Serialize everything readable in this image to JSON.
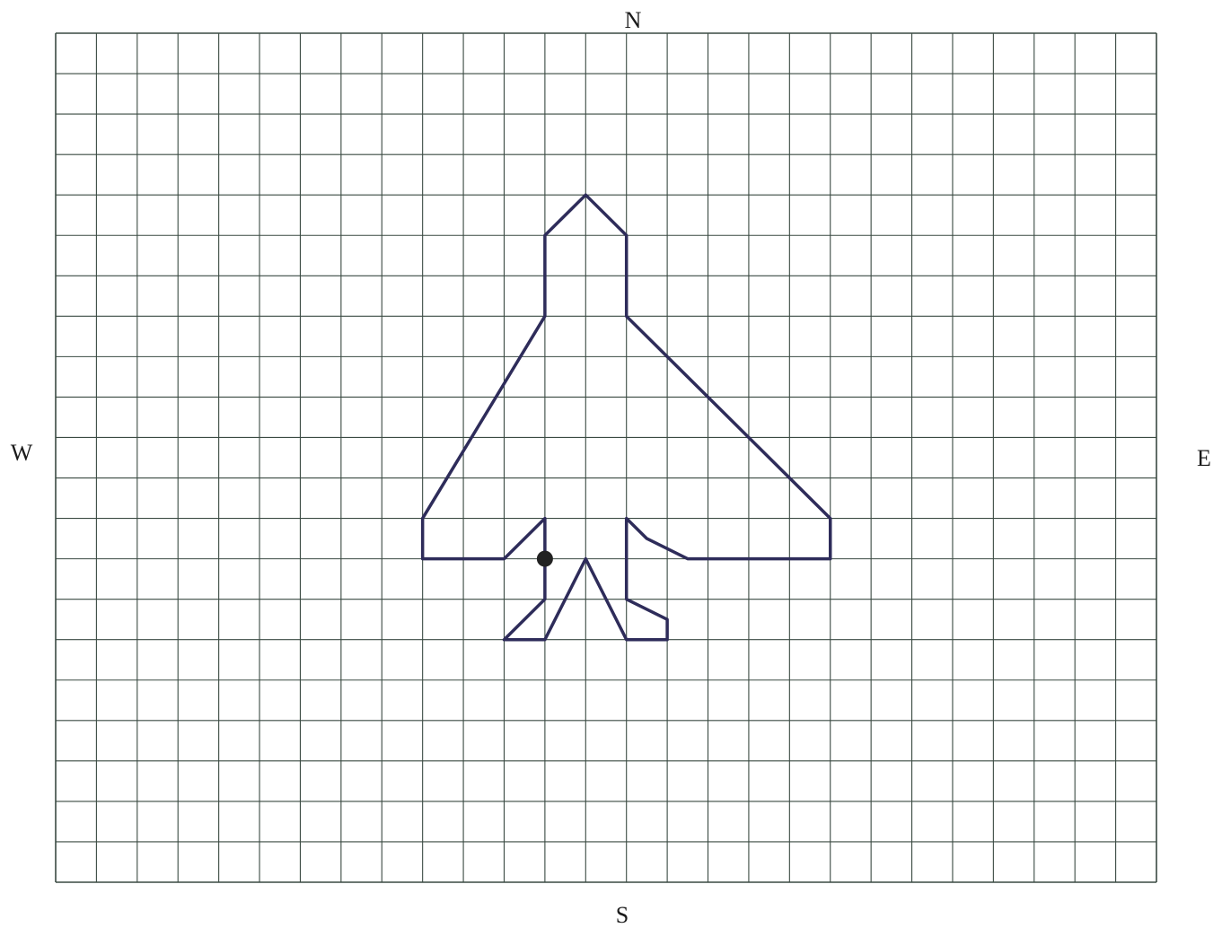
{
  "compass": {
    "north": "N",
    "south": "S",
    "west": "W",
    "east": "E"
  },
  "grid": {
    "columns": 27,
    "rows": 21,
    "line_color": "#3a4a42"
  },
  "shape": {
    "stroke_color": "#2e2c5a",
    "outline": [
      [
        13,
        4
      ],
      [
        14,
        5
      ],
      [
        14,
        7
      ],
      [
        19,
        12
      ],
      [
        19,
        13
      ],
      [
        15.5,
        13
      ],
      [
        14.5,
        12.5
      ],
      [
        14,
        12
      ],
      [
        14,
        14
      ],
      [
        15,
        14.5
      ],
      [
        15,
        15
      ],
      [
        14,
        15
      ],
      [
        13,
        13
      ],
      [
        12,
        15
      ],
      [
        11,
        15
      ],
      [
        12,
        14
      ],
      [
        12,
        13
      ],
      [
        12,
        12
      ],
      [
        11.5,
        12.5
      ],
      [
        11,
        13
      ],
      [
        9,
        13
      ],
      [
        9,
        12
      ],
      [
        12,
        7
      ],
      [
        12,
        5
      ]
    ],
    "center_of_rotation": [
      12,
      13
    ],
    "dot_color": "#222222"
  }
}
